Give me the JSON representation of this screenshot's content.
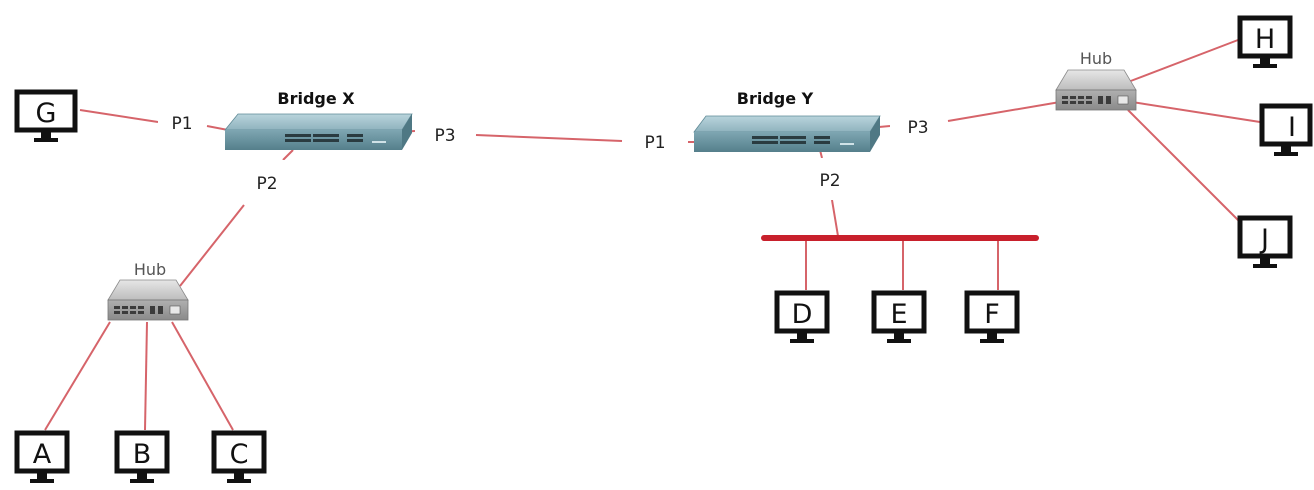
{
  "colors": {
    "link": "#d6646a",
    "bus": "#c8202c",
    "switch_top": "#9fc2cc",
    "switch_front": "#6f9aa6",
    "hub_body": "#c8c8c8",
    "monitor": "#111111"
  },
  "bridge_x": {
    "name": "Bridge X",
    "ports": {
      "p1": "P1",
      "p2": "P2",
      "p3": "P3"
    }
  },
  "bridge_y": {
    "name": "Bridge Y",
    "ports": {
      "p1": "P1",
      "p2": "P2",
      "p3": "P3"
    }
  },
  "hub_left": {
    "name": "Hub"
  },
  "hub_right": {
    "name": "Hub"
  },
  "computers": {
    "a": "A",
    "b": "B",
    "c": "C",
    "d": "D",
    "e": "E",
    "f": "F",
    "g": "G",
    "h": "H",
    "i": "I",
    "j": "J"
  }
}
